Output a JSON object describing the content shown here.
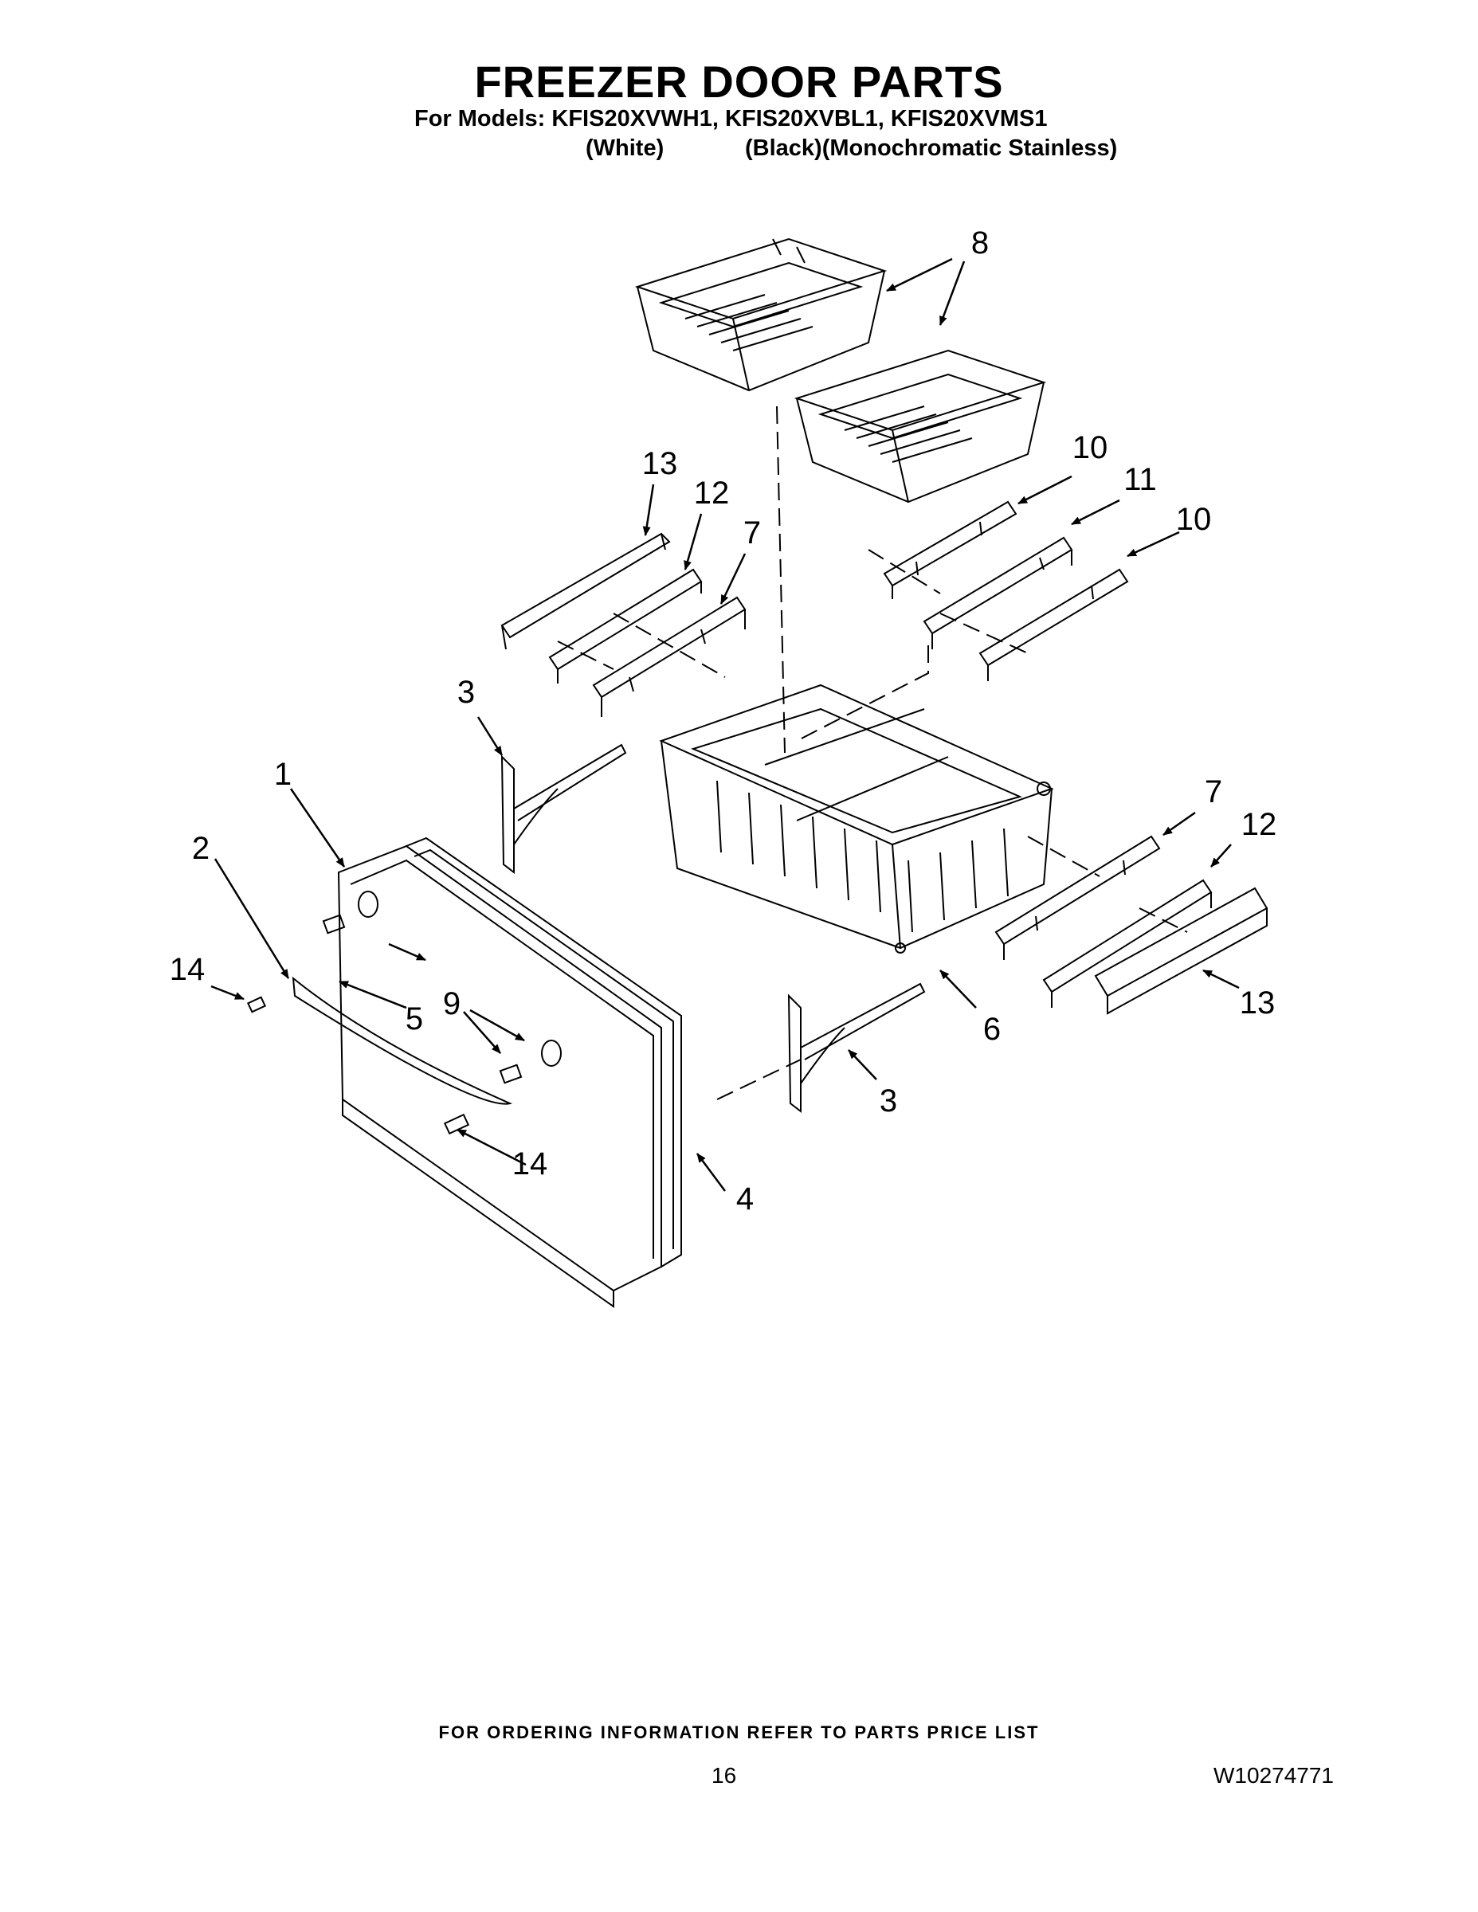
{
  "header": {
    "title": "FREEZER DOOR PARTS",
    "models_line": "For Models: KFIS20XVWH1, KFIS20XVBL1, KFIS20XVMS1",
    "variants": [
      "(White)",
      "(Black)(Monochromatic Stainless)"
    ]
  },
  "callouts": {
    "c1": "1",
    "c2": "2",
    "c3a": "3",
    "c3b": "3",
    "c4": "4",
    "c5": "5",
    "c6": "6",
    "c7a": "7",
    "c7b": "7",
    "c8": "8",
    "c9": "9",
    "c10a": "10",
    "c10b": "10",
    "c11": "11",
    "c12a": "12",
    "c12b": "12",
    "c13a": "13",
    "c13b": "13",
    "c14a": "14",
    "c14b": "14"
  },
  "footer": {
    "ordering_note": "FOR ORDERING INFORMATION REFER TO PARTS PRICE LIST",
    "page_number": "16",
    "document_number": "W10274771"
  }
}
